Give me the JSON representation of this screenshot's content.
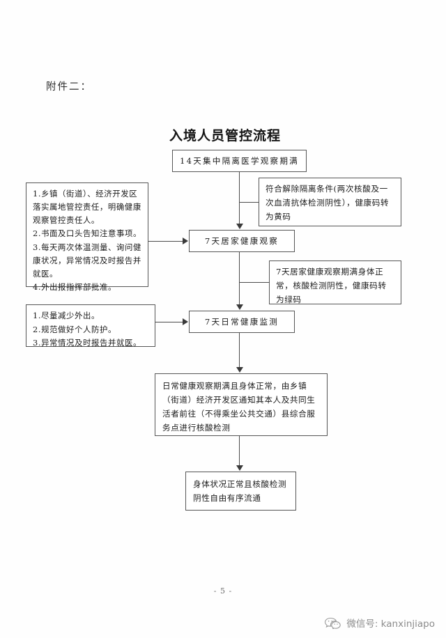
{
  "document": {
    "attachment_label": "附件二：",
    "title": "入境人员管控流程",
    "page_number": "- 5 -"
  },
  "flow": {
    "nodes": [
      {
        "id": "quarantine",
        "text": "14天集中隔离医学观察期满"
      },
      {
        "id": "home_observe",
        "text": "7天居家健康观察"
      },
      {
        "id": "daily_monitor",
        "text": "7天日常健康监测"
      },
      {
        "id": "nucleic_test",
        "text": "日常健康观察期满且身体正常，由乡镇（街道）经济开发区通知其本人及共同生活者前往（不得乘坐公共交通）县综合服务点进行核酸检测"
      },
      {
        "id": "free_flow",
        "text": "身体状况正常且核酸检测阴性自由有序流通"
      }
    ],
    "right_notes": [
      {
        "id": "yellow_code",
        "text": "符合解除隔离条件(两次核酸及一次血清抗体检测阴性），健康码转为黄码"
      },
      {
        "id": "green_code",
        "text": "7天居家健康观察期满身体正常，核酸检测阴性，健康码转为绿码"
      }
    ],
    "left_notes": [
      {
        "id": "duties",
        "text": "1.乡镇（街道）、经济开发区落实属地管控责任，明确健康观察管控责任人。\n2.书面及口头告知注意事项。\n3.每天两次体温测量、询问健康状况，异常情况及时报告并就医。\n4.外出报指挥部批准。"
      },
      {
        "id": "precautions",
        "text": "1.尽量减少外出。\n2.规范做好个人防护。\n3.异常情况及时报告并就医。"
      }
    ]
  },
  "watermark": {
    "text": "微信号: kanxinjiapo",
    "icon": "wechat-icon"
  },
  "colors": {
    "page_background": "#fefefe",
    "text": "#1b1b1b",
    "border": "#555555",
    "connector": "#4a4a4a",
    "footer_text": "#6d6d6d",
    "watermark_text": "#8c8c8c"
  }
}
